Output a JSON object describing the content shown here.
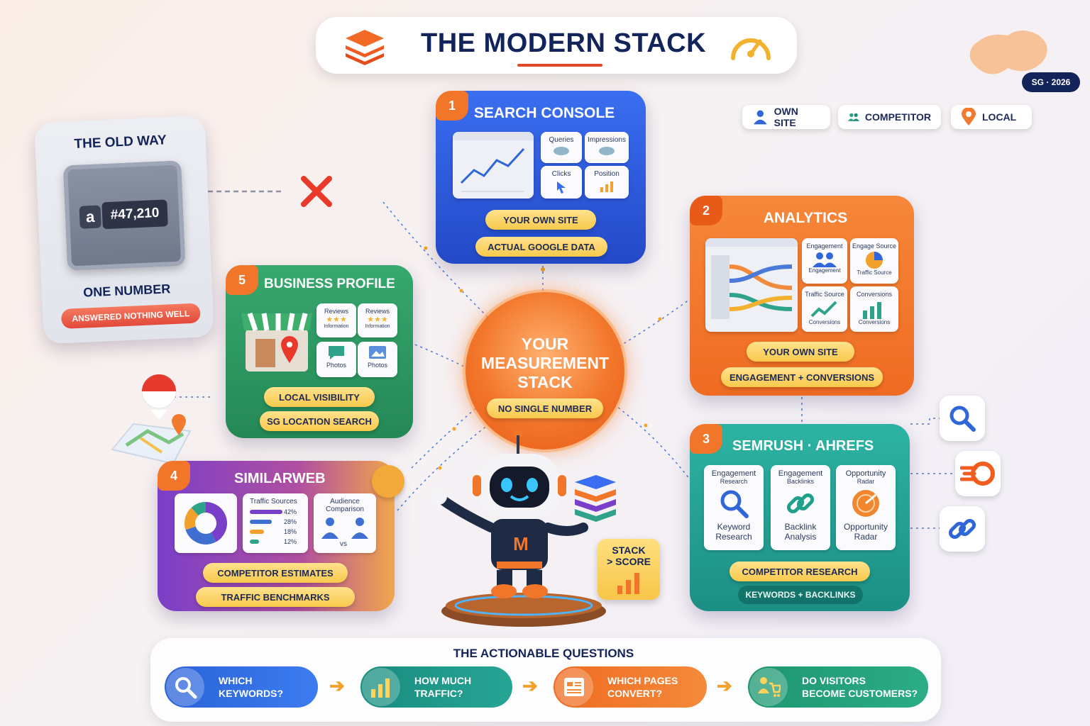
{
  "header": {
    "title": "THE MODERN STACK"
  },
  "region_badge": "SG · 2026",
  "legend": [
    {
      "label": "OWN SITE",
      "icon": "person-icon"
    },
    {
      "label": "COMPETITOR",
      "icon": "people-icon"
    },
    {
      "label": "LOCAL",
      "icon": "location-pin-icon"
    }
  ],
  "old_way": {
    "title": "THE OLD WAY",
    "rank_symbol": "a",
    "rank_value": "#47,210",
    "caption": "ONE NUMBER",
    "badge": "ANSWERED NOTHING WELL"
  },
  "center": {
    "title_line1": "YOUR",
    "title_line2": "MEASUREMENT",
    "title_line3": "STACK",
    "badge": "NO SINGLE NUMBER"
  },
  "search_console": {
    "number": "1",
    "title": "SEARCH CONSOLE",
    "tiles": [
      "Queries",
      "Impressions",
      "Clicks",
      "Position"
    ],
    "pill1": "YOUR OWN SITE",
    "pill2": "ACTUAL GOOGLE DATA",
    "color": "#2b55d9"
  },
  "analytics": {
    "number": "2",
    "title": "ANALYTICS",
    "tiles": [
      {
        "top": "Engagement",
        "bottom": "Engagement"
      },
      {
        "top": "Engage Source",
        "bottom": "Traffic Source"
      },
      {
        "top": "Traffic Source",
        "bottom": "Conversions"
      },
      {
        "top": "Conversions",
        "bottom": "Conversions"
      }
    ],
    "pill1": "YOUR OWN SITE",
    "pill2": "ENGAGEMENT + CONVERSIONS",
    "color": "#f2762a"
  },
  "semrush": {
    "number": "3",
    "title": "SEMRUSH · AHREFS",
    "tiles": [
      {
        "top1": "Engagement",
        "top2": "Research",
        "label1": "Keyword",
        "label2": "Research"
      },
      {
        "top1": "Engagement",
        "top2": "Backlinks",
        "label1": "Backlink",
        "label2": "Analysis"
      },
      {
        "top1": "Opportunity",
        "top2": "Radar",
        "label1": "Opportunity",
        "label2": "Radar"
      }
    ],
    "pill1": "COMPETITOR RESEARCH",
    "pill2": "KEYWORDS + BACKLINKS",
    "color": "#23a394"
  },
  "similarweb": {
    "number": "4",
    "title": "SIMILARWEB",
    "traffic_title": "Traffic Sources",
    "traffic_values": [
      42,
      28,
      18,
      12
    ],
    "traffic_labels": [
      "42%",
      "28%",
      "18%",
      "12%"
    ],
    "audience_title1": "Audience",
    "audience_title2": "Comparison",
    "vs": "vs",
    "pill1": "COMPETITOR ESTIMATES",
    "pill2": "TRAFFIC BENCHMARKS"
  },
  "business_profile": {
    "number": "5",
    "title": "BUSINESS PROFILE",
    "tiles": [
      "Reviews",
      "Reviews",
      "Photos",
      "Photos"
    ],
    "tile_sub": "Information",
    "pill1": "LOCAL VISIBILITY",
    "pill2": "SG LOCATION SEARCH",
    "color": "#2f9b63"
  },
  "robot": {
    "letter": "M"
  },
  "stack_score": {
    "line1": "STACK",
    "line2": "> SCORE"
  },
  "questions": {
    "title": "THE ACTIONABLE QUESTIONS",
    "items": [
      {
        "line1": "WHICH",
        "line2": "KEYWORDS?",
        "color": "#2f6ae0",
        "icon": "search-icon"
      },
      {
        "line1": "HOW MUCH",
        "line2": "TRAFFIC?",
        "color": "#1f9a8a",
        "icon": "bar-chart-icon"
      },
      {
        "line1": "WHICH PAGES",
        "line2": "CONVERT?",
        "color": "#f2792c",
        "icon": "page-icon"
      },
      {
        "line1": "DO VISITORS",
        "line2": "BECOME CUSTOMERS?",
        "color": "#24a07a",
        "icon": "cart-icon"
      }
    ]
  }
}
